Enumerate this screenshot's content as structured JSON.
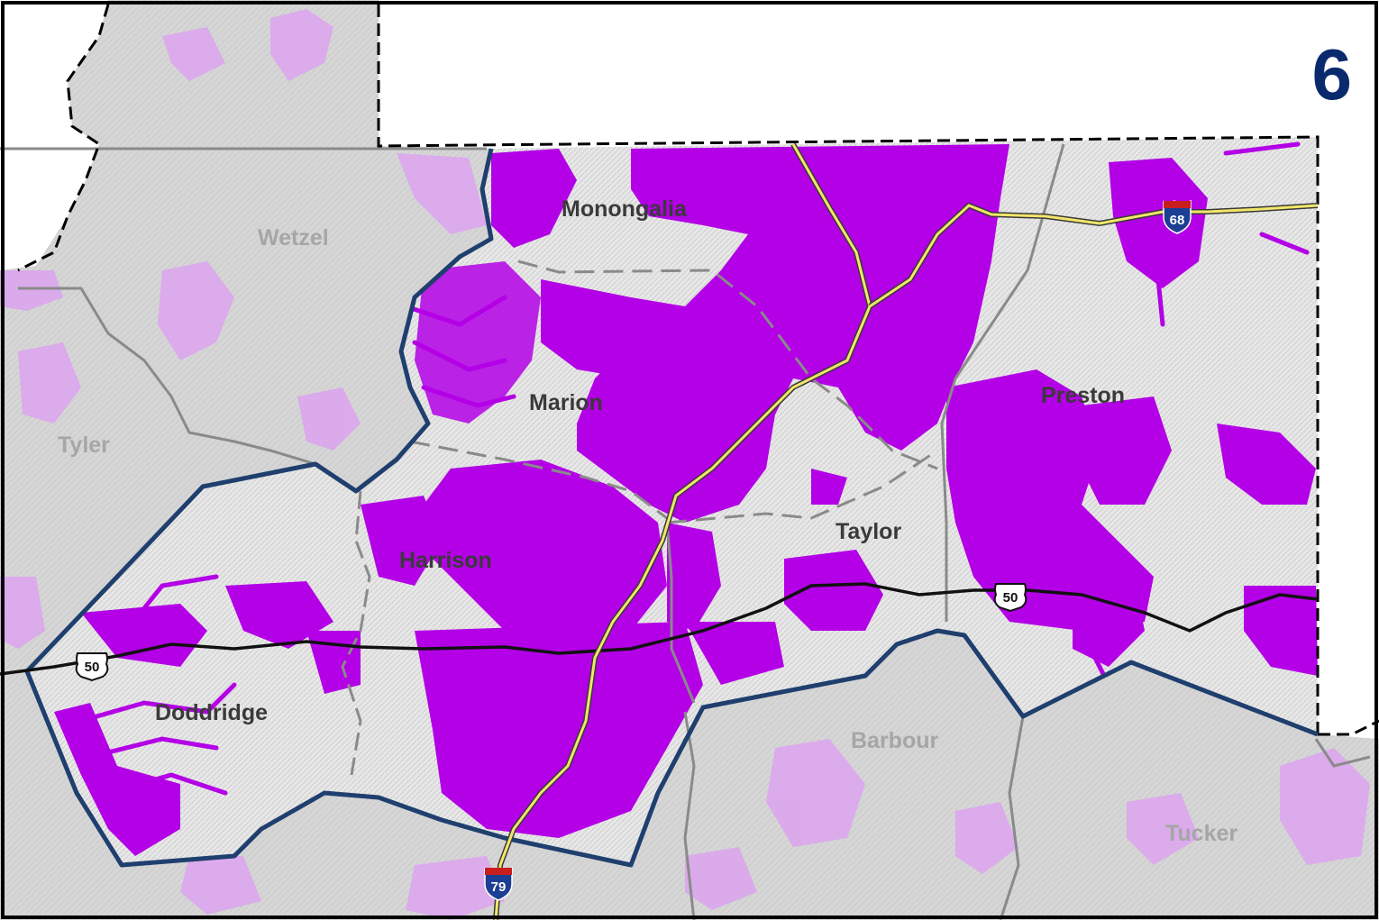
{
  "region_number": "6",
  "counties_in_region": [
    "Monongalia",
    "Marion",
    "Harrison",
    "Taylor",
    "Preston",
    "Doddridge"
  ],
  "counties_outside": [
    "Wetzel",
    "Tyler",
    "Barbour",
    "Tucker"
  ],
  "routes": [
    {
      "type": "interstate",
      "number": "68"
    },
    {
      "type": "interstate",
      "number": "79"
    },
    {
      "type": "us",
      "number": "50",
      "position": "west"
    },
    {
      "type": "us",
      "number": "50",
      "position": "east"
    }
  ],
  "colors": {
    "coverage": "#b300e6",
    "coverage_outside": "#dba6ee",
    "region_border": "#1f3f6e",
    "state_line": "#000000",
    "county_line": "#8a8a8a",
    "terrain_inside": "#e4e4e4",
    "terrain_outside": "#d3d3d3",
    "interstate_line": "#f2e66a",
    "region_number": "#0b2a6e"
  }
}
